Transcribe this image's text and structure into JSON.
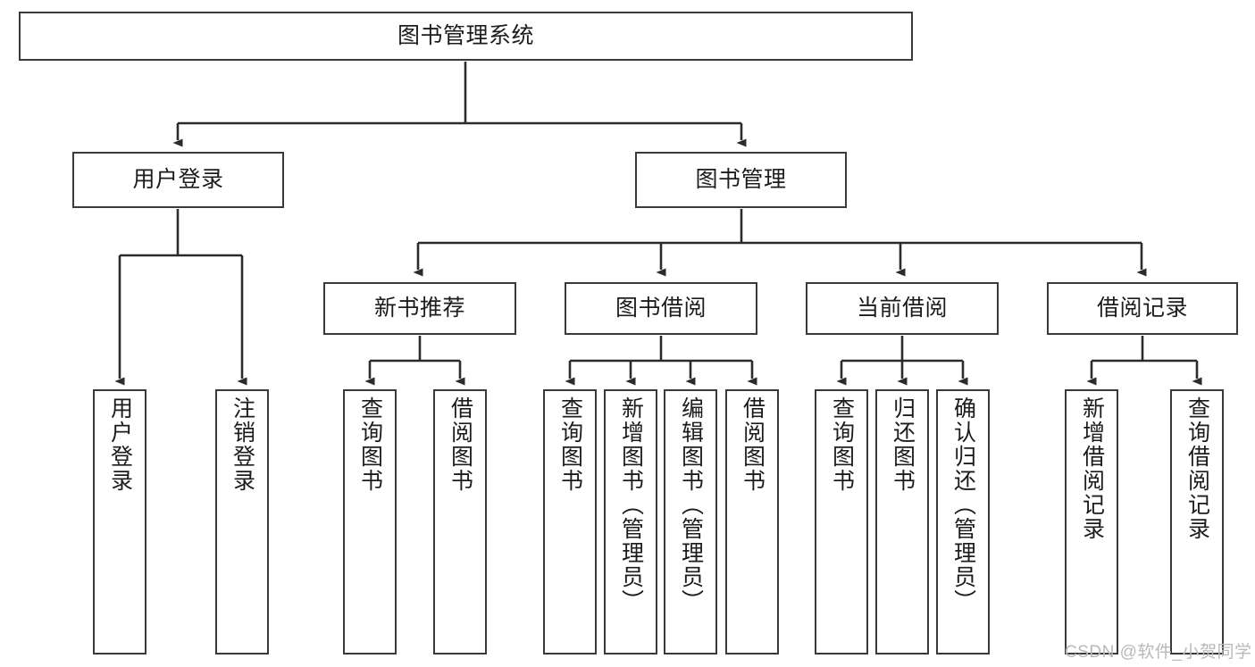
{
  "diagram": {
    "title": "图书管理系统",
    "type": "hierarchy-tree",
    "watermark": "CSDN @软件_小贺同学",
    "colors": {
      "box_border": "#3a3a3a",
      "box_fill": "#ffffff",
      "edge": "#2b2b2b",
      "text": "#1c1c1c",
      "watermark": "#b9b9b9"
    },
    "nodes": {
      "root": {
        "label": "图书管理系统"
      },
      "level2": [
        {
          "label": "用户登录"
        },
        {
          "label": "图书管理"
        }
      ],
      "level3": [
        {
          "label": "新书推荐"
        },
        {
          "label": "图书借阅"
        },
        {
          "label": "当前借阅"
        },
        {
          "label": "借阅记录"
        }
      ],
      "leaves": {
        "user_login": [
          {
            "label": "用户登录"
          },
          {
            "label": "注销登录"
          }
        ],
        "new_book_recommend": [
          {
            "label": "查询图书"
          },
          {
            "label": "借阅图书"
          }
        ],
        "book_borrow": [
          {
            "label": "查询图书"
          },
          {
            "label": "新增图书（管理员）"
          },
          {
            "label": "编辑图书（管理员）"
          },
          {
            "label": "借阅图书"
          }
        ],
        "current_borrow": [
          {
            "label": "查询图书"
          },
          {
            "label": "归还图书"
          },
          {
            "label": "确认归还（管理员）"
          }
        ],
        "borrow_record": [
          {
            "label": "新增借阅记录"
          },
          {
            "label": "查询借阅记录"
          }
        ]
      }
    }
  }
}
